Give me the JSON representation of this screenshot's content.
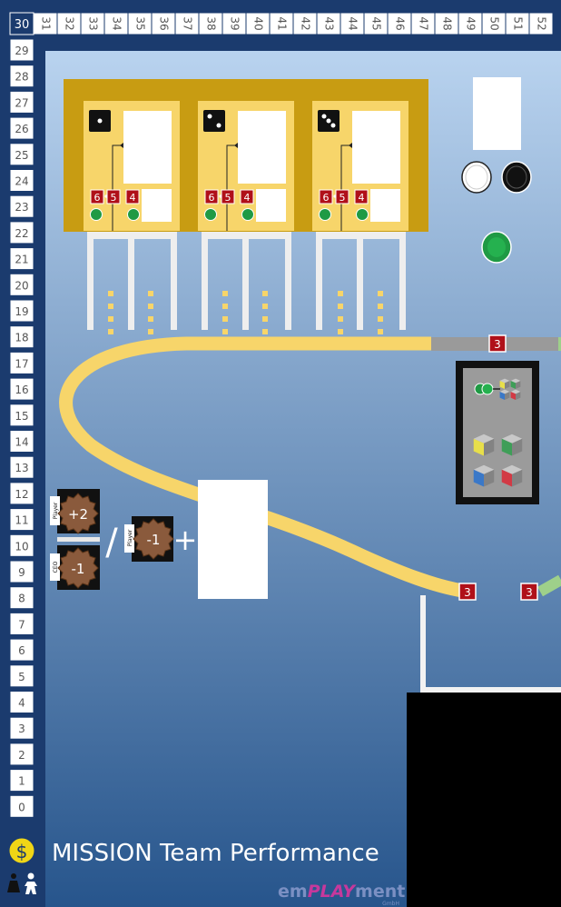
{
  "track": {
    "corner": "30",
    "top_numbers": [
      "31",
      "32",
      "33",
      "34",
      "35",
      "36",
      "37",
      "38",
      "39",
      "40",
      "41",
      "42",
      "43",
      "44",
      "45",
      "46",
      "47",
      "48",
      "49",
      "50",
      "51",
      "52"
    ],
    "left_numbers": [
      "29",
      "28",
      "27",
      "26",
      "25",
      "24",
      "23",
      "22",
      "21",
      "20",
      "19",
      "18",
      "17",
      "16",
      "15",
      "14",
      "13",
      "12",
      "11",
      "10",
      "9",
      "8",
      "7",
      "6",
      "5",
      "4",
      "3",
      "2",
      "1",
      "0"
    ]
  },
  "stations": [
    {
      "die": "1",
      "in_a": "6",
      "in_b": "5",
      "out": "4"
    },
    {
      "die": "2",
      "in_a": "6",
      "in_b": "5",
      "out": "4"
    },
    {
      "die": "3",
      "in_a": "6",
      "in_b": "5",
      "out": "4"
    }
  ],
  "path_badges": {
    "top": "3",
    "mid_left": "3",
    "mid_right": "3"
  },
  "tokens": {
    "player_label": "Player",
    "ceo_label": "CEO",
    "plus_two": "+2",
    "minus_one": "-1",
    "divide": "/",
    "plus": "+"
  },
  "footer": {
    "coin_symbol": "$",
    "title": "MISSION Team Performance",
    "brand_pre": "em",
    "brand_mid": "PLAY",
    "brand_post": "ment",
    "brand_sub": "GmbH"
  },
  "colors": {
    "frame": "#1b3b6e",
    "board_top": "#b9d3ef",
    "board_bottom": "#27558c",
    "station_gold": "#c89c12",
    "station_cream": "#f7d56a",
    "badge_red": "#b01019",
    "path_yellow": "#f7d56a",
    "path_grey": "#9a9a9a",
    "path_green": "#9ed08a"
  }
}
